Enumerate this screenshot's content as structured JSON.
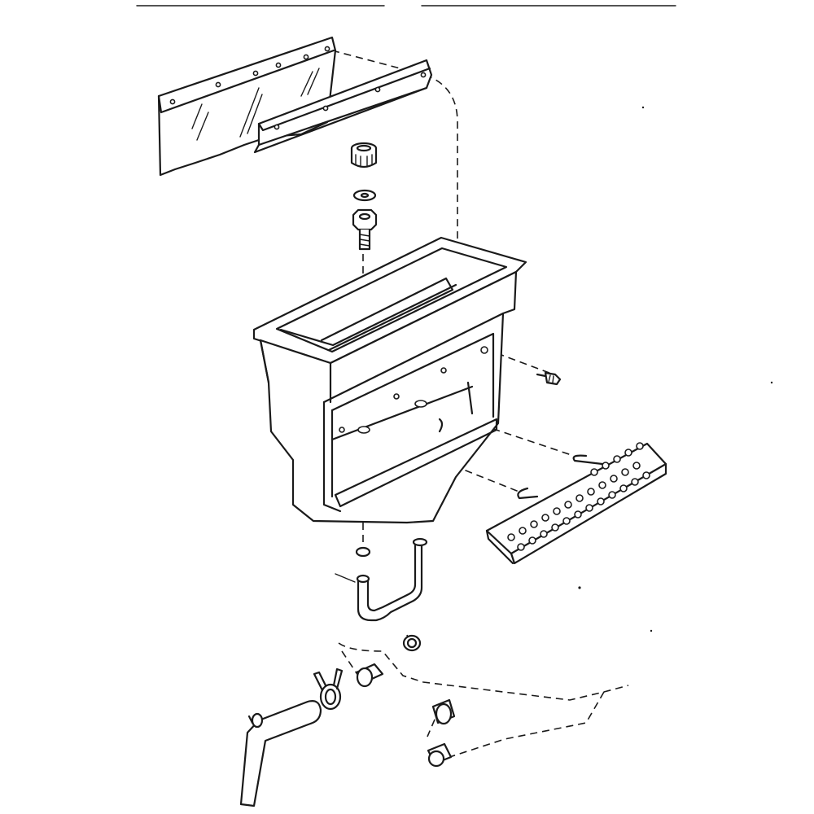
{
  "diagram": {
    "kind": "exploded-parts-view",
    "colors": {
      "line": "#1a1a1a",
      "background": "#ffffff"
    },
    "parts": [
      "curtain-strip",
      "mounting-bracket",
      "valve-cap",
      "valve-washer",
      "valve-body",
      "water-trough",
      "screw",
      "perforated-tray",
      "o-ring",
      "u-tube",
      "hose-clamp",
      "drain-tube",
      "grommet"
    ]
  }
}
